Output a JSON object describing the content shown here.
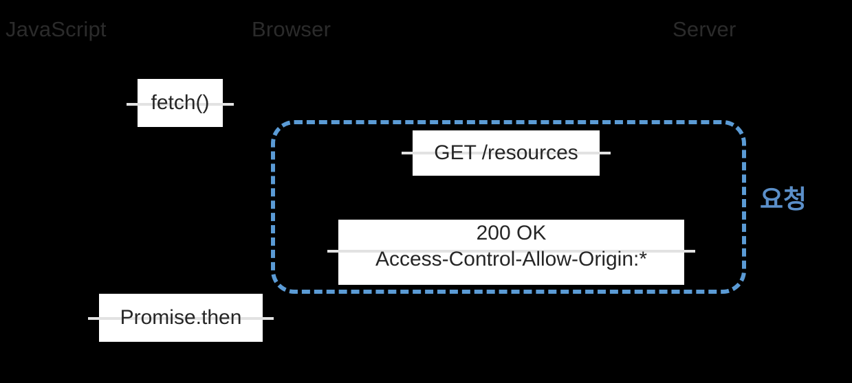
{
  "diagram": {
    "title_lanes": [
      {
        "id": "javascript",
        "label": "JavaScript"
      },
      {
        "id": "browser",
        "label": "Browser"
      },
      {
        "id": "server",
        "label": "Server"
      }
    ],
    "messages": [
      {
        "id": "fetch",
        "label": "fetch()"
      },
      {
        "id": "get",
        "label": "GET /resources"
      },
      {
        "id": "response_status",
        "label": "200 OK"
      },
      {
        "id": "response_header",
        "label": "Access-Control-Allow-Origin:*"
      },
      {
        "id": "promise",
        "label": "Promise.then"
      }
    ],
    "annotation": {
      "label": "요청"
    },
    "colors": {
      "background": "#000000",
      "lane_title": "#2B2B2B",
      "envelope_dashed": "#5B9BD5",
      "annotation_text": "#5B8FC9",
      "message_plate": "#FFFFFF",
      "message_text": "#262626",
      "message_rule": "#E2E2E2"
    }
  }
}
